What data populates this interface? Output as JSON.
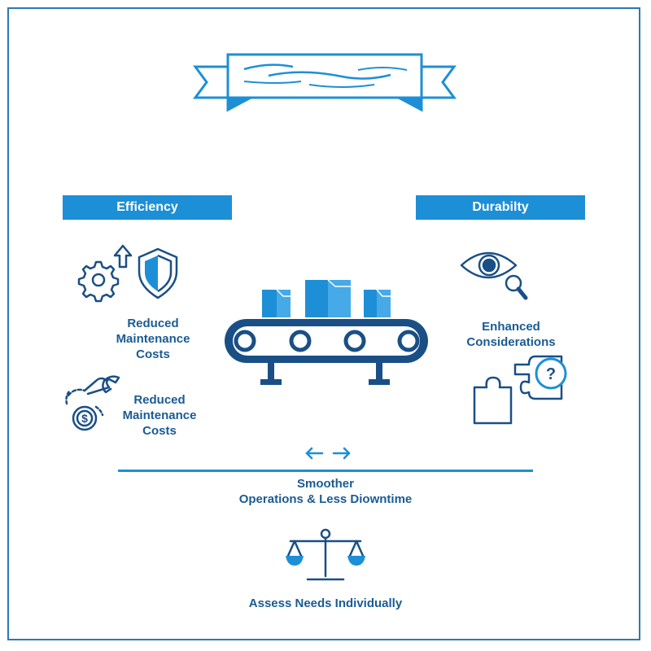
{
  "colors": {
    "accent": "#1d8fd6",
    "dark": "#1a4f86",
    "text": "#1a5b93"
  },
  "banner": {
    "icon": "ribbon-banner-icon"
  },
  "efficiency": {
    "title": "Efficiency",
    "item1": {
      "line1": "Reduced",
      "line2": "Maintenance",
      "line3": "Costs"
    },
    "item2": {
      "line1": "Reduced",
      "line2": "Maintenance",
      "line3": "Costs"
    }
  },
  "durability": {
    "title": "Durabilty",
    "item1": {
      "line1": "Enhanced",
      "line2": "Considerations"
    }
  },
  "center": {
    "icon": "conveyor-belt-icon"
  },
  "bottom": {
    "line1": "Smoother",
    "line2": "Operations & Less Diowntime",
    "footer": "Assess Needs Individually"
  }
}
